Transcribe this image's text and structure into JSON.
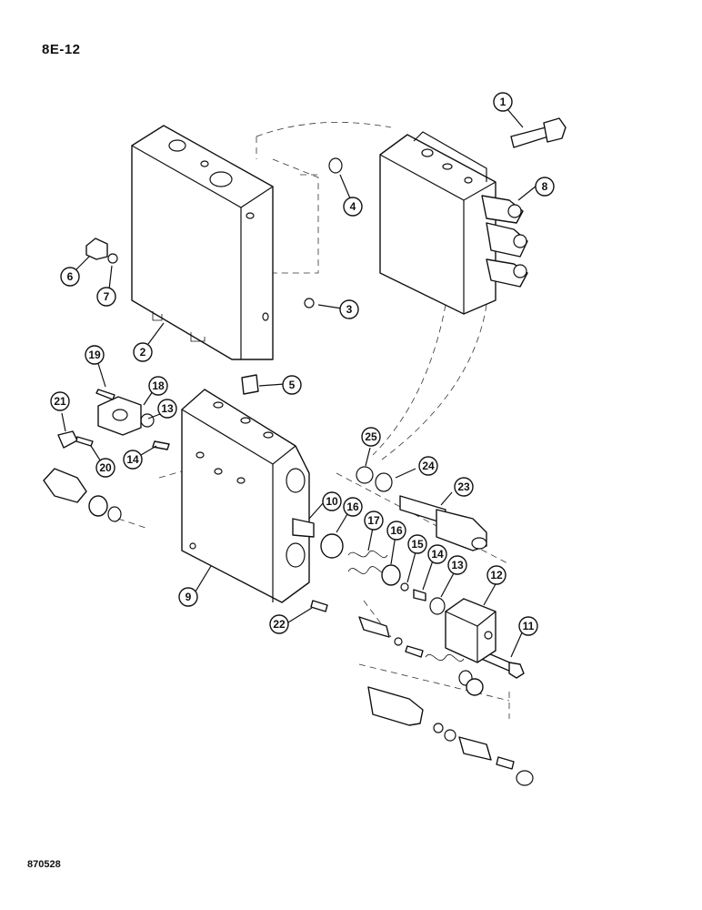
{
  "page": {
    "page_code": "8E-12",
    "drawing_id": "870528"
  },
  "callouts": [
    {
      "id": "c1",
      "label": "1"
    },
    {
      "id": "c2",
      "label": "2"
    },
    {
      "id": "c3",
      "label": "3"
    },
    {
      "id": "c4",
      "label": "4"
    },
    {
      "id": "c5",
      "label": "5"
    },
    {
      "id": "c6",
      "label": "6"
    },
    {
      "id": "c7",
      "label": "7"
    },
    {
      "id": "c8",
      "label": "8"
    },
    {
      "id": "c9",
      "label": "9"
    },
    {
      "id": "c10",
      "label": "10"
    },
    {
      "id": "c11",
      "label": "11"
    },
    {
      "id": "c12",
      "label": "12"
    },
    {
      "id": "c13a",
      "label": "13"
    },
    {
      "id": "c13b",
      "label": "13"
    },
    {
      "id": "c14a",
      "label": "14"
    },
    {
      "id": "c14b",
      "label": "14"
    },
    {
      "id": "c15",
      "label": "15"
    },
    {
      "id": "c16a",
      "label": "16"
    },
    {
      "id": "c16b",
      "label": "16"
    },
    {
      "id": "c17",
      "label": "17"
    },
    {
      "id": "c18",
      "label": "18"
    },
    {
      "id": "c19",
      "label": "19"
    },
    {
      "id": "c20",
      "label": "20"
    },
    {
      "id": "c21",
      "label": "21"
    },
    {
      "id": "c22",
      "label": "22"
    },
    {
      "id": "c23",
      "label": "23"
    },
    {
      "id": "c24",
      "label": "24"
    },
    {
      "id": "c25",
      "label": "25"
    }
  ]
}
